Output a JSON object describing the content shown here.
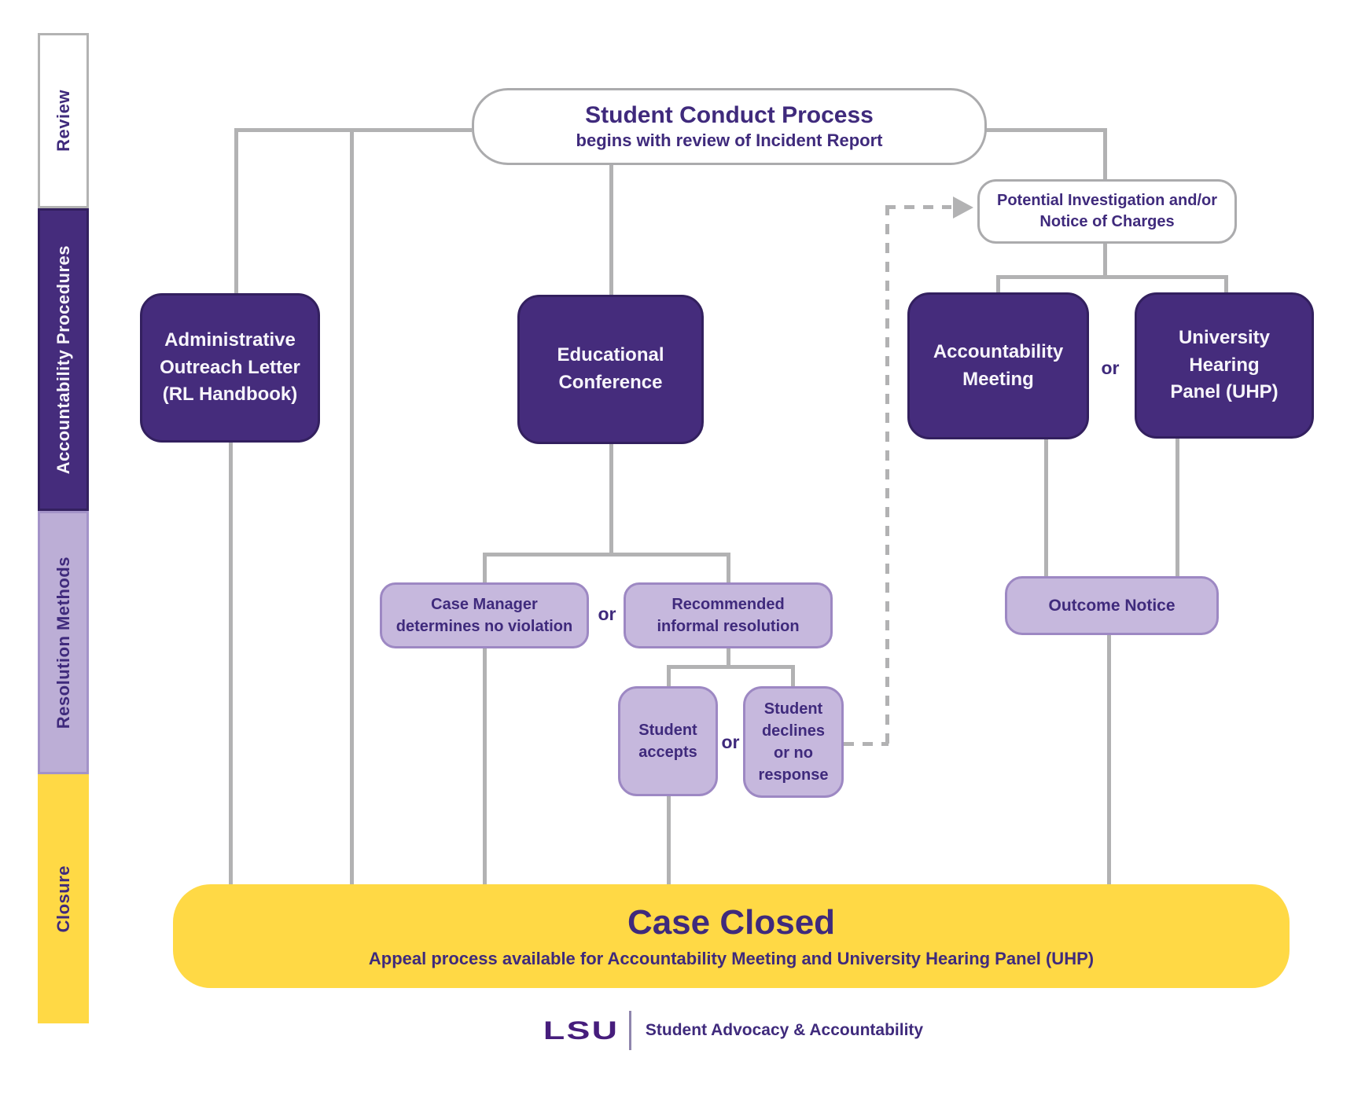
{
  "sidebar": {
    "sections": [
      {
        "id": "review",
        "label": "Review"
      },
      {
        "id": "accountability-procedures",
        "label": "Accountability Procedures"
      },
      {
        "id": "resolution-methods",
        "label": "Resolution Methods"
      },
      {
        "id": "closure",
        "label": "Closure"
      }
    ]
  },
  "nodes": {
    "start": {
      "title": "Student Conduct Process",
      "subtitle": "begins with review of Incident Report"
    },
    "potential_investigation": {
      "label": "Potential Investigation and/or Notice of Charges"
    },
    "admin_outreach": {
      "lines": [
        "Administrative",
        "Outreach Letter",
        "(RL Handbook)"
      ]
    },
    "educational_conference": {
      "label": "Educational Conference"
    },
    "accountability_meeting": {
      "label": "Accountability Meeting"
    },
    "university_hearing_panel": {
      "lines": [
        "University",
        "Hearing",
        "Panel (UHP)"
      ]
    },
    "case_manager": {
      "lines": [
        "Case Manager",
        "determines no violation"
      ]
    },
    "informal_resolution": {
      "lines": [
        "Recommended",
        "informal resolution"
      ]
    },
    "student_accepts": {
      "label": "Student accepts"
    },
    "student_declines": {
      "label": "Student declines or no response"
    },
    "outcome_notice": {
      "label": "Outcome Notice"
    },
    "case_closed": {
      "title": "Case Closed",
      "subtitle": "Appeal process available for Accountability Meeting and University Hearing Panel (UHP)"
    }
  },
  "labels": {
    "or": "or"
  },
  "footer": {
    "logo": "LSU",
    "department": "Student Advocacy & Accountability"
  },
  "colors": {
    "brand_purple": "#461d7c",
    "dark_node_purple": "#452c7c",
    "light_node_purple": "#c6b8dd",
    "light_node_border": "#9d88c3",
    "sidebar_light_purple": "#bcaed6",
    "closure_yellow": "#ffd945",
    "connector_gray": "#b2b2b3",
    "text_purple": "#3f2a7c"
  }
}
